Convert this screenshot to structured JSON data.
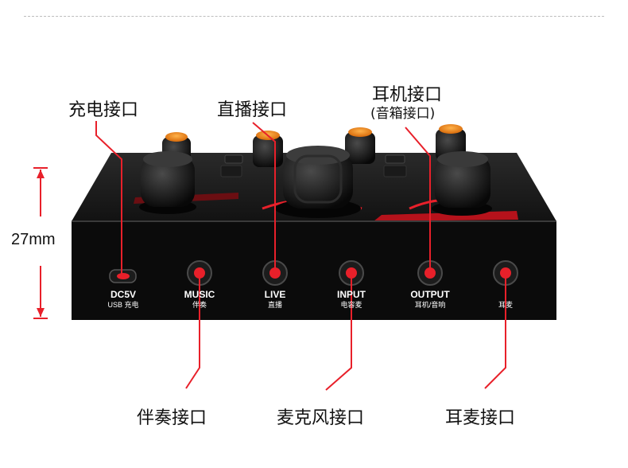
{
  "top_labels": {
    "dc_charge": "充电接口",
    "live": "直播接口",
    "headphone": "耳机接口",
    "headphone_sub": "(音箱接口)"
  },
  "bottom_labels": {
    "accompaniment": "伴奏接口",
    "microphone": "麦克风接口",
    "headset": "耳麦接口"
  },
  "dimension": "27mm",
  "ports": [
    {
      "name": "DC5V",
      "sub": "USB 充电"
    },
    {
      "name": "MUSIC",
      "sub": "伴奏"
    },
    {
      "name": "LIVE",
      "sub": "直播"
    },
    {
      "name": "INPUT",
      "sub": "电容麦"
    },
    {
      "name": "OUTPUT",
      "sub": "耳机/音响"
    },
    {
      "name": "",
      "sub": "耳麦"
    }
  ],
  "colors": {
    "accent_red": "#e8202a",
    "body": "#0d0d0d",
    "knob_orange": "#f08a1c"
  }
}
